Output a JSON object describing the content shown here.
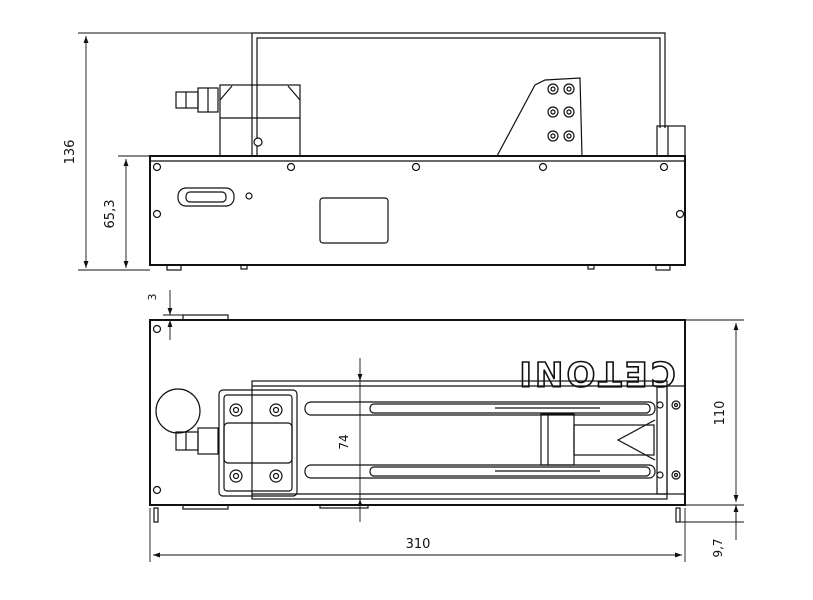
{
  "dimensions": {
    "overall_height": "136",
    "body_height": "65,3",
    "top_offset": "3",
    "syringe_width": "74",
    "depth": "110",
    "length": "310",
    "feet_height": "9,7"
  },
  "logo": {
    "text": "CETONI"
  }
}
